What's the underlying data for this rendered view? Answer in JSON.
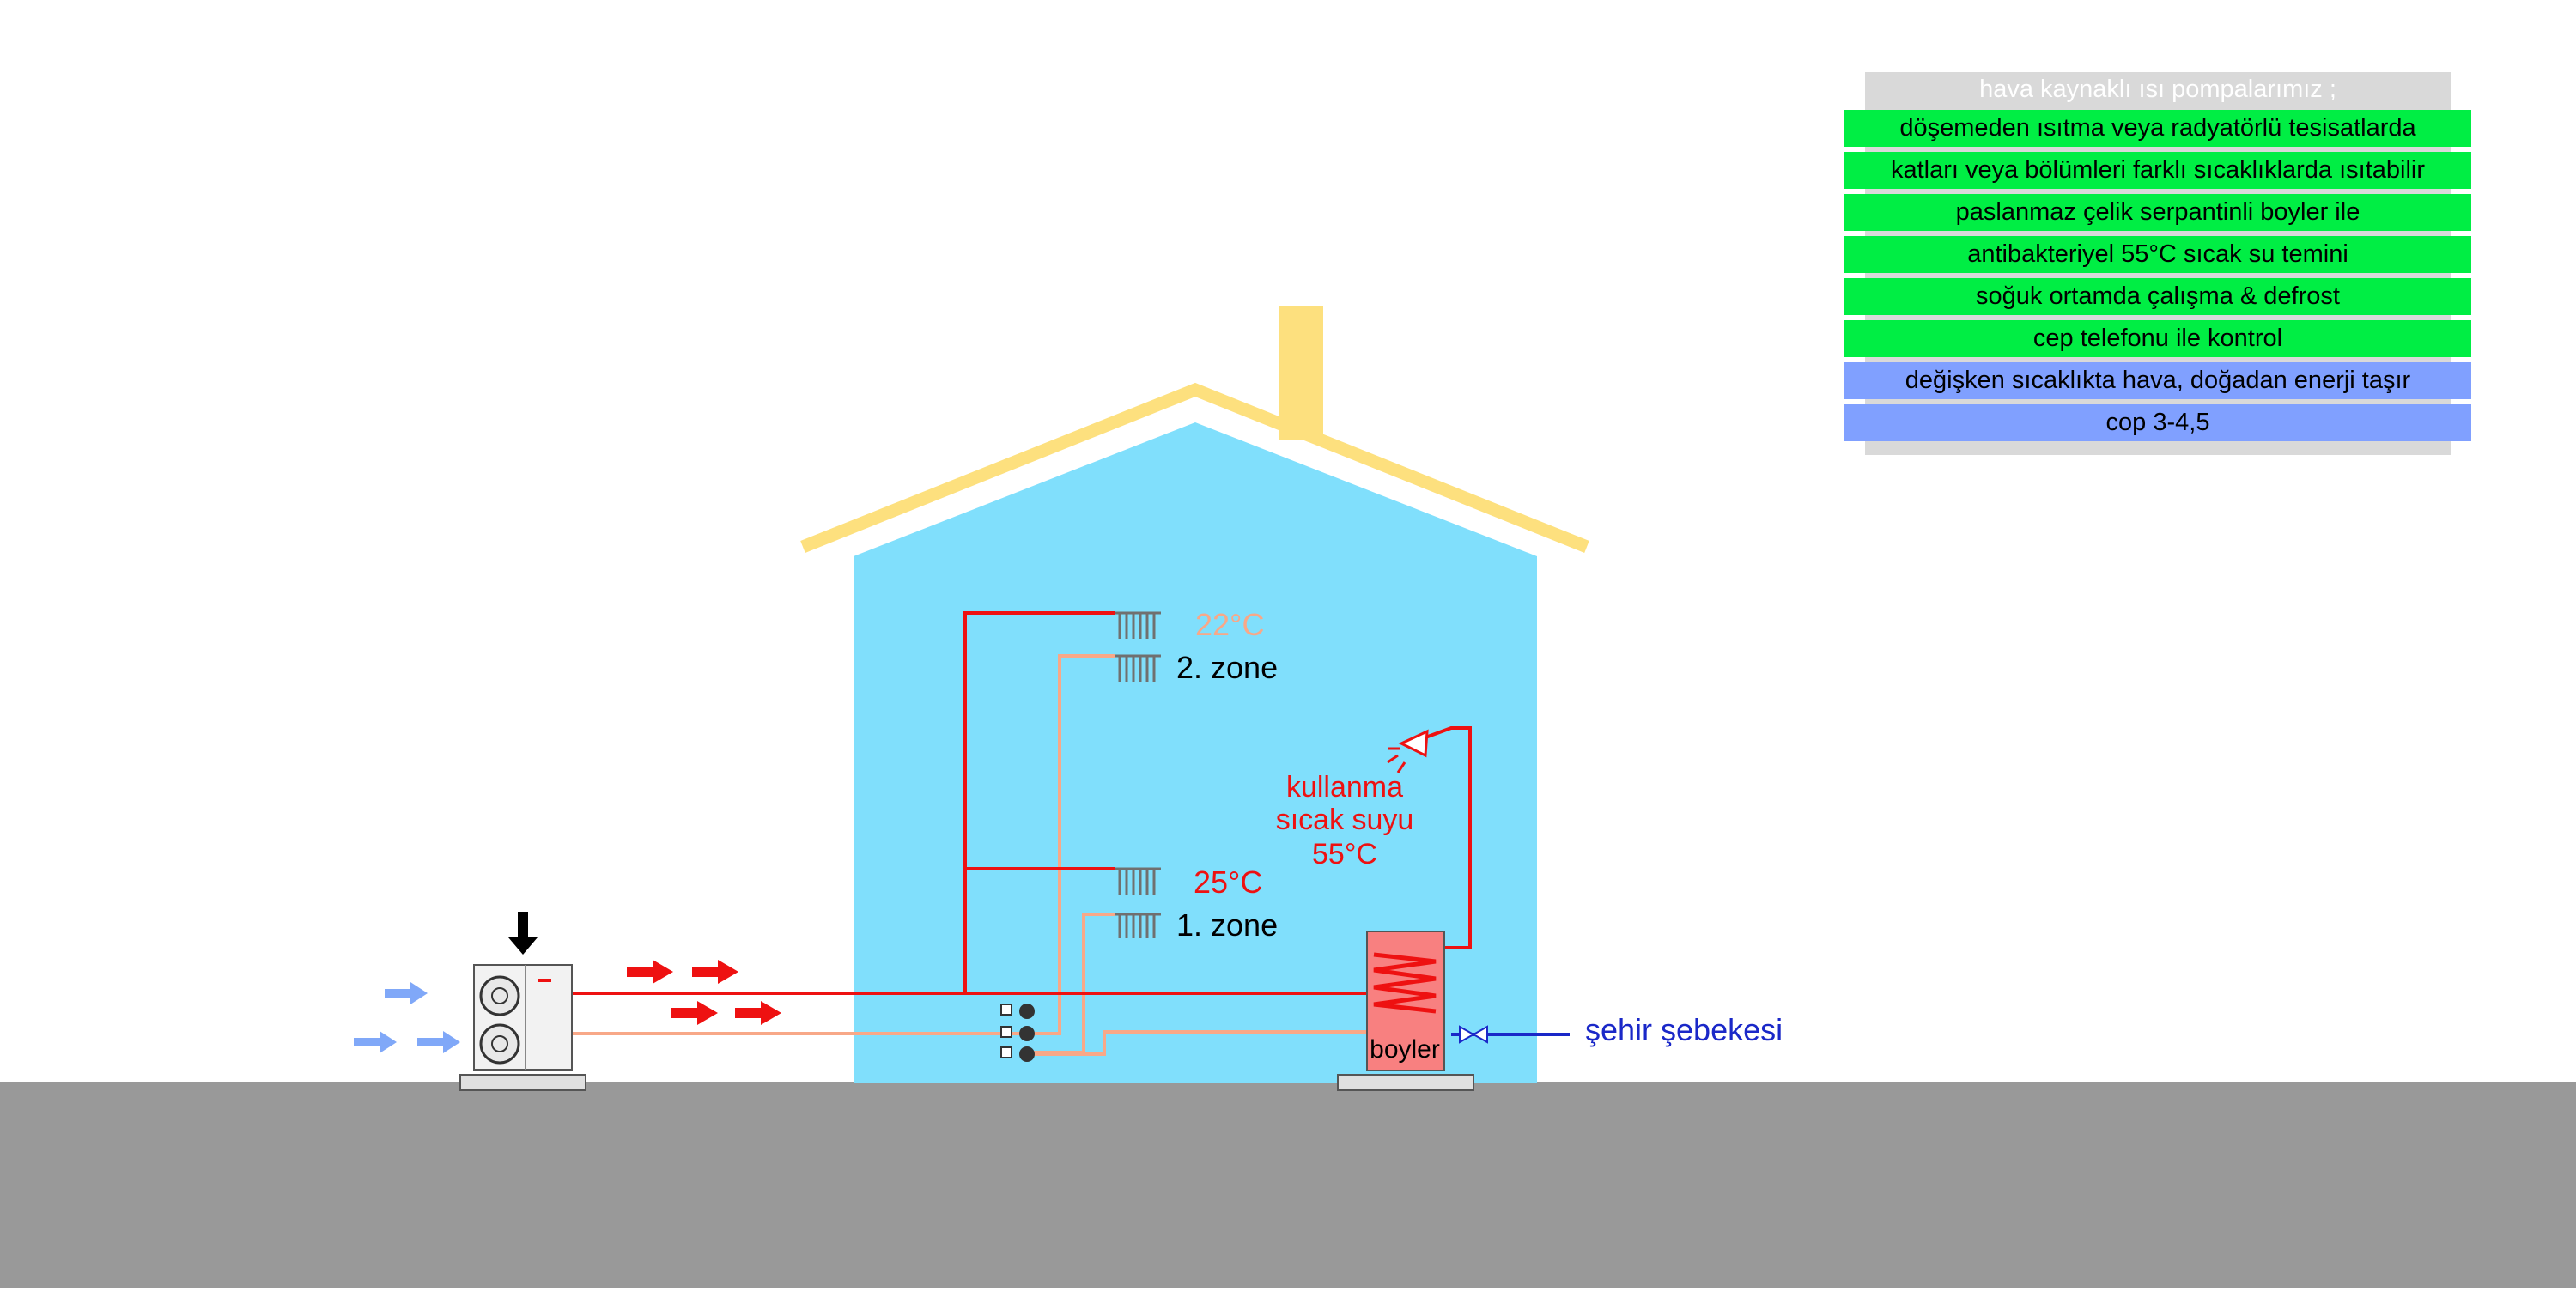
{
  "panel": {
    "title": "hava kaynaklı ısı pompalarımız ;",
    "items": [
      "döşemeden ısıtma veya radyatörlü tesisatlarda",
      "katları veya bölümleri farklı sıcaklıklarda ısıtabilir",
      "paslanmaz çelik serpantinli boyler ile",
      "antibakteriyel 55°C sıcak su temini",
      "soğuk ortamda çalışma & defrost",
      "cep telefonu ile kontrol",
      "değişken sıcaklıkta hava, doğadan enerji taşır",
      "cop 3-4,5"
    ],
    "item_colors": [
      "#00ee44",
      "#00ee44",
      "#00ee44",
      "#00ee44",
      "#00ee44",
      "#00ee44",
      "#80a0ff",
      "#80a0ff"
    ]
  },
  "labels": {
    "zone2_temp": "22°C",
    "zone2_name": "2. zone",
    "zone1_temp": "25°C",
    "zone1_name": "1. zone",
    "dhw_line1": "kullanma",
    "dhw_line2": "sıcak suyu",
    "dhw_line3": "55°C",
    "boiler": "boyler",
    "city_water": "şehir şebekesi"
  },
  "colors": {
    "house": "#80dffc",
    "roof": "#fde07e",
    "ground": "#999999",
    "supply_pipe": "#ee1111",
    "return_pipe": "#f8a888",
    "cold_water": "#1a28c8",
    "air_arrow": "#80a8f8",
    "heat_arrow": "#ee1111",
    "boiler_fill": "#f88080"
  }
}
